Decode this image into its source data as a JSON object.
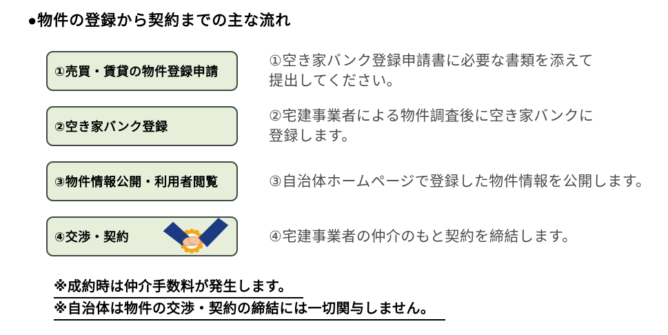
{
  "title": "●物件の登録から契約までの主な流れ",
  "steps": [
    {
      "label": "①売買・賃貸の物件登録申請",
      "description": "①空き家バンク登録申請書に必要な書類を添えて\n提出してください。"
    },
    {
      "label": "②空き家バンク登録",
      "description": "②宅建事業者による物件調査後に空き家バンクに\n登録します。"
    },
    {
      "label": "③物件情報公開・利用者閲覧",
      "description": "③自治体ホームページで登録した物件情報を公開します。"
    },
    {
      "label": "④交渉・契約",
      "description": "④宅建事業者の仲介のもと契約を締結します。",
      "icon": "handshake-icon"
    }
  ],
  "notes": [
    "※成約時は仲介手数料が発生します。",
    "※自治体は物件の交渉・契約の締結には一切関与しません。"
  ],
  "colors": {
    "box_fill": "#e7efdb",
    "box_border": "#3f4a40",
    "description_text": "#4a4a4a",
    "note_text": "#000000",
    "icon_navy": "#1c3a82",
    "icon_gold": "#f3a81c",
    "icon_hand": "#f5c39c"
  }
}
